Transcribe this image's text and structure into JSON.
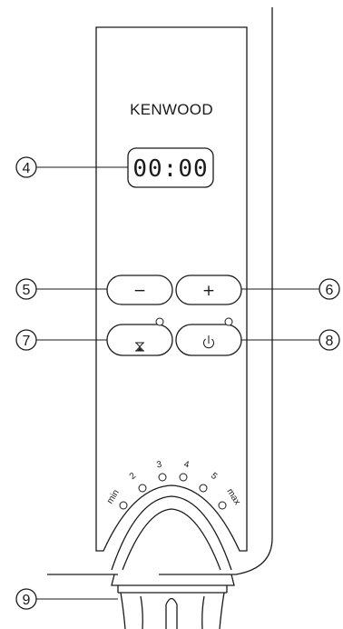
{
  "brand": {
    "name": "KENWOOD"
  },
  "display": {
    "value": "00:00"
  },
  "buttons": {
    "minus": {
      "glyph": "−"
    },
    "plus": {
      "glyph": "+"
    },
    "timer": {
      "icon": "hourglass-icon"
    },
    "power": {
      "icon": "power-icon"
    }
  },
  "speed_dial": {
    "labels": [
      "min",
      "2",
      "3",
      "4",
      "5",
      "max"
    ]
  },
  "callouts": {
    "c4": "4",
    "c5": "5",
    "c6": "6",
    "c7": "7",
    "c8": "8",
    "c9": "9"
  }
}
